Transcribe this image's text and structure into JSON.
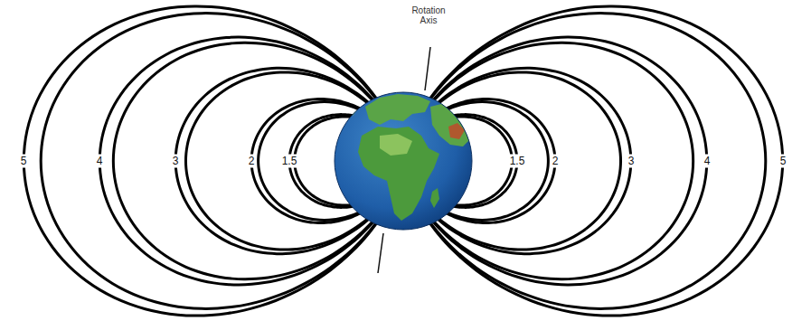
{
  "diagram": {
    "labels": [
      "Rotation Axis",
      "5",
      "4",
      "3",
      "2",
      "1.5",
      "1.5",
      "2",
      "3",
      "4",
      "5"
    ]
  }
}
